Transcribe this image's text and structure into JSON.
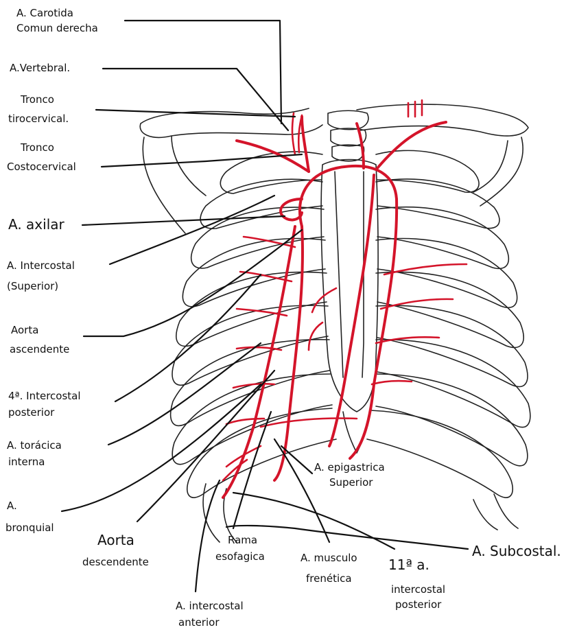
{
  "colors": {
    "artery": "#d4142a",
    "bone": "#222222",
    "ink": "#111111",
    "background": "#ffffff"
  },
  "labels": {
    "carotida_l1": "A. Carotida",
    "carotida_l2": "Comun derecha",
    "vertebral": "A.Vertebral.",
    "tirocervical_l1": "Tronco",
    "tirocervical_l2": "tirocervical.",
    "costocervical_l1": "Tronco",
    "costocervical_l2": "Costocervical",
    "axilar": "A. axilar",
    "intercostal_sup_l1": "A. Intercostal",
    "intercostal_sup_l2": "(Superior)",
    "aorta_asc_l1": "Aorta",
    "aorta_asc_l2": "ascendente",
    "intercostal_post4_l1": "4ª. Intercostal",
    "intercostal_post4_l2": "posterior",
    "toracica_l1": "A. torácica",
    "toracica_l2": "interna",
    "bronquial_l1": "A.",
    "bronquial_l2": "bronquial",
    "aorta_desc_l1": "Aorta",
    "aorta_desc_l2": "descendente",
    "rama_l1": "Rama",
    "rama_l2": "esofagica",
    "musculo_l1": "A. musculo",
    "musculo_l2": "frenética",
    "epigastrica_l1": "A. epigastrica",
    "epigastrica_l2": "Superior",
    "intercostal11_l1": "11ª a.",
    "intercostal11_l2": "intercostal",
    "intercostal11_l3": "posterior",
    "subcostal": "A. Subcostal.",
    "intercostal_ant_l1": "A. intercostal",
    "intercostal_ant_l2": "anterior"
  }
}
